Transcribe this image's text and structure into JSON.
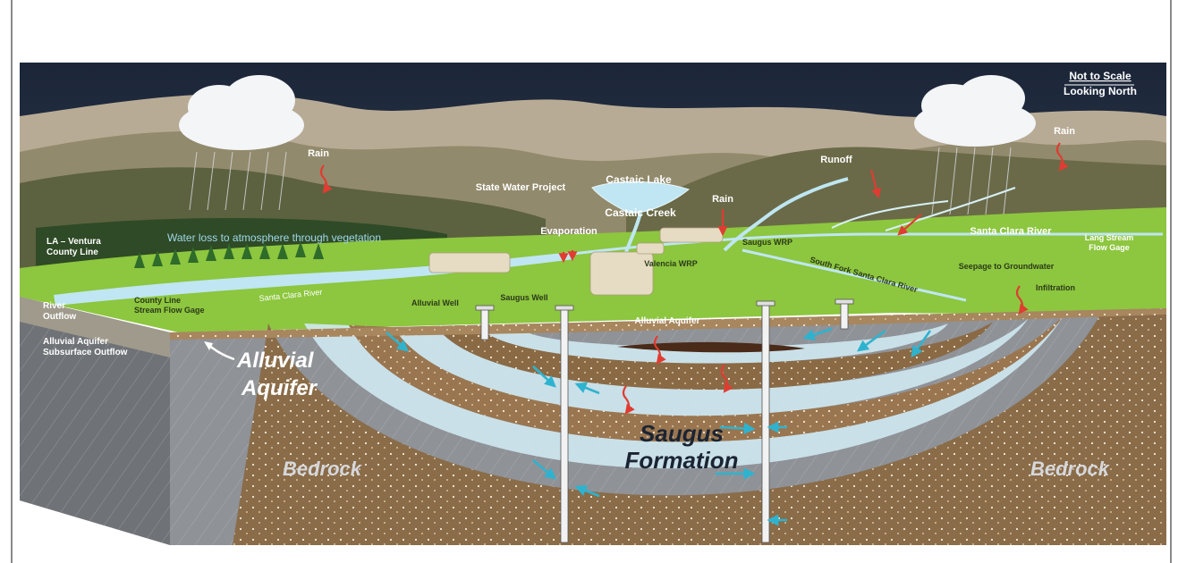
{
  "scale_note": {
    "line1": "Not to Scale",
    "line2": "Looking North"
  },
  "labels": {
    "rain_left": "Rain",
    "rain_center": "Rain",
    "rain_right": "Rain",
    "runoff": "Runoff",
    "state_water_project": "State Water Project",
    "castaic_lake": "Castaic Lake",
    "castaic_creek": "Castaic Creek",
    "evaporation": "Evaporation",
    "water_loss": "Water loss to atmosphere through vegetation",
    "la_ventura_1": "LA – Ventura",
    "la_ventura_2": "County Line",
    "saugus_wrp": "Saugus WRP",
    "valencia_wrp": "Valencia WRP",
    "santa_clara_river_right": "Santa Clara River",
    "santa_clara_river_left": "Santa Clara River",
    "south_fork": "South Fork Santa Clara River",
    "lang_stream_1": "Lang Stream",
    "lang_stream_2": "Flow Gage",
    "seepage": "Seepage to Groundwater",
    "infiltration": "Infiltration",
    "county_line_gage_1": "County Line",
    "county_line_gage_2": "Stream Flow Gage",
    "river_outflow_1": "River",
    "river_outflow_2": "Outflow",
    "alluvial_subsurface_1": "Alluvial Aquifer",
    "alluvial_subsurface_2": "Subsurface Outflow",
    "alluvial_well": "Alluvial Well",
    "saugus_well": "Saugus Well",
    "alluvial_aquifer_small": "Alluvial Aquifer",
    "alluvial_aquifer_big_1": "Alluvial",
    "alluvial_aquifer_big_2": "Aquifer",
    "saugus_formation_1": "Saugus",
    "saugus_formation_2": "Formation",
    "bedrock_left": "Bedrock",
    "bedrock_right": "Bedrock"
  },
  "colors": {
    "sky": "#1f2a3f",
    "far_hills": "#b9ad98",
    "mid_hills": "#7b7557",
    "near_hills": "#5d6440",
    "valley_green": "#8dc63f",
    "water": "#bfe6f2",
    "bedrock": "#8c8f94",
    "saugus_brown": "#8a6a45",
    "flow_arrow": "#2eb3cf",
    "recharge_arrow": "#e03c31"
  },
  "icons": [
    "cloud-icon",
    "rain-arrow-icon",
    "flow-arrow-icon",
    "well-icon"
  ]
}
